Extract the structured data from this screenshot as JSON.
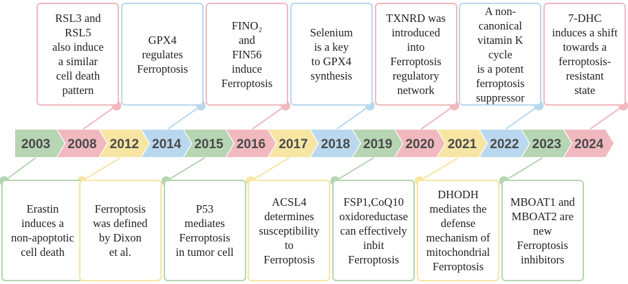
{
  "colors": {
    "green": "#b6d5b2",
    "pink": "#f1b9bf",
    "yellow": "#f7e6a3",
    "blue": "#b9d8ef",
    "year_text": "#4a4a4a"
  },
  "years": [
    {
      "year": "2003",
      "color": "green"
    },
    {
      "year": "2008",
      "color": "pink"
    },
    {
      "year": "2012",
      "color": "yellow"
    },
    {
      "year": "2014",
      "color": "blue"
    },
    {
      "year": "2015",
      "color": "green"
    },
    {
      "year": "2016",
      "color": "pink"
    },
    {
      "year": "2017",
      "color": "yellow"
    },
    {
      "year": "2018",
      "color": "blue"
    },
    {
      "year": "2019",
      "color": "green"
    },
    {
      "year": "2020",
      "color": "pink"
    },
    {
      "year": "2021",
      "color": "yellow"
    },
    {
      "year": "2022",
      "color": "blue"
    },
    {
      "year": "2023",
      "color": "green"
    },
    {
      "year": "2024",
      "color": "pink"
    }
  ],
  "top_events": [
    {
      "year_index": 1,
      "color": "pink",
      "text": "RSL3 and\nRSL5\nalso induce\na similar\ncell death\npattern"
    },
    {
      "year_index": 3,
      "color": "blue",
      "text": "GPX4\nregulates\nFerroptosis"
    },
    {
      "year_index": 5,
      "color": "pink",
      "text": "FINO₂\nand\nFIN56\ninduce\nFerroptosis"
    },
    {
      "year_index": 7,
      "color": "blue",
      "text": "Selenium\nis a key\nto GPX4\nsynthesis"
    },
    {
      "year_index": 9,
      "color": "pink",
      "text": "TXNRD was\nintroduced\ninto\nFerroptosis\nregulatory\nnetwork"
    },
    {
      "year_index": 11,
      "color": "blue",
      "text": "A non-\ncanonical\nvitamin K\ncycle\nis a potent\nferroptosis\nsuppressor"
    },
    {
      "year_index": 13,
      "color": "pink",
      "text": "7-DHC\ninduces a shift\ntowards a\nferroptosis-\nresistant\nstate"
    }
  ],
  "bottom_events": [
    {
      "year_index": 0,
      "color": "green",
      "text": "Erastin\ninduces a\nnon-apoptotic\ncell death"
    },
    {
      "year_index": 2,
      "color": "yellow",
      "text": "Ferroptosis\nwas defined\nby Dixon\net al."
    },
    {
      "year_index": 4,
      "color": "green",
      "text": "P53\nmediates\nFerroptosis\nin tumor cell"
    },
    {
      "year_index": 6,
      "color": "yellow",
      "text": "ACSL4\ndetermines\nsusceptibility\nto\nFerroptosis"
    },
    {
      "year_index": 8,
      "color": "green",
      "text": "FSP1,CoQ10\noxidoreductase\ncan effectively\ninbit\nFerroptosis"
    },
    {
      "year_index": 10,
      "color": "yellow",
      "text": "DHODH\nmediates the\ndefense\nmechanism of\nmitochondrial\nFerroptosis"
    },
    {
      "year_index": 12,
      "color": "green",
      "text": "MBOAT1 and\nMBOAT2 are\nnew\nFerroptosis\ninhibitors"
    }
  ]
}
